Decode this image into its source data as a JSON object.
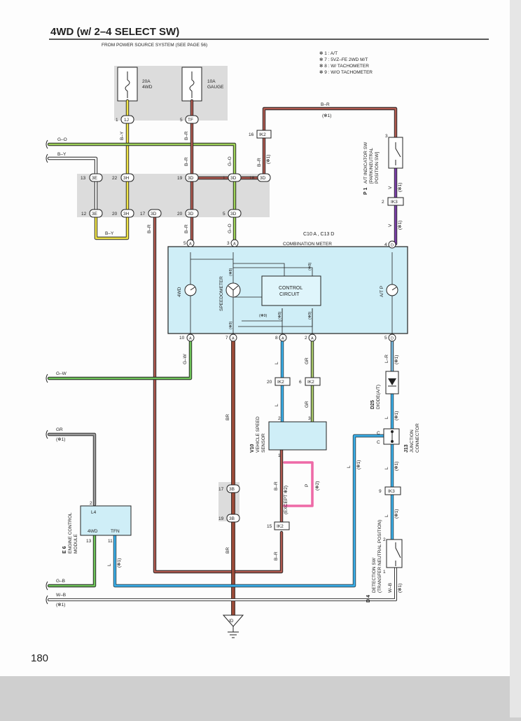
{
  "title": "4WD (w/ 2–4 SELECT SW)",
  "power_note": "FROM POWER SOURCE SYSTEM (SEE PAGE 56)",
  "page_number": "180",
  "legend": [
    "✻ 1 : A/T",
    "✻ 7 : 5VZ–FE 2WD M/T",
    "✻ 8 : W/ TACHOMETER",
    "✻ 9 : W/O TACHOMETER"
  ],
  "fuses": [
    {
      "amp": "20A",
      "name": "4WD"
    },
    {
      "amp": "10A",
      "name": "GAUGE"
    }
  ],
  "meter": {
    "connectors": "C10 A , C13 D",
    "name": "COMBINATION METER",
    "gauge_4wd": "4WD",
    "speedometer": "SPEEDOMETER",
    "control_circuit": [
      "CONTROL",
      "CIRCUIT"
    ],
    "atp": "A/T P",
    "notes": [
      "(✻8)",
      "(✻9)",
      "(✻9)",
      "(✻8)",
      "(✻9)",
      "(✻8)"
    ],
    "pins_top": [
      "5 A",
      "3 A",
      "4 D"
    ],
    "pins_bottom": [
      "10 A",
      "7 A",
      "8 A",
      "2 A",
      "5 D"
    ]
  },
  "connectors": {
    "j1": "1J",
    "tf": "TF",
    "e3": "3E",
    "h3": "3H",
    "d3": "3D",
    "b3": "3B",
    "ik2": "IK2",
    "ik3": "IK3",
    "id": "ID",
    "c": "C"
  },
  "pin_numbers": [
    "1",
    "5",
    "13",
    "22",
    "19",
    "1",
    "18",
    "12",
    "20",
    "17",
    "20",
    "5",
    "16",
    "3",
    "2",
    "20",
    "6",
    "2",
    "3",
    "1",
    "17",
    "19",
    "15",
    "9",
    "2",
    "13",
    "11",
    "5",
    "4"
  ],
  "wire_labels": {
    "go": "G–O",
    "by": "B–Y",
    "br_wire": "B–R",
    "gw": "G–W",
    "gr": "GR",
    "gb": "G–B",
    "wb": "W–B",
    "v": "V",
    "l": "L",
    "lr": "L–R",
    "br": "BR",
    "p": "P"
  },
  "wire_notes": {
    "n1": "(✻1)",
    "n2": "(✻2)",
    "except2": "(EXCEPT ✻2)"
  },
  "components": {
    "p1": "P 1",
    "p1_name": [
      "A/T INDICATOR SW",
      "[PARK/NEUTRAL",
      "POSITION SW]"
    ],
    "v10": "V10",
    "v10_name": [
      "VEHICLE SPEED",
      "SENSOR"
    ],
    "d25": "D25",
    "d25_name": "DIODE(A/T)",
    "j13": "J13",
    "j13_name": [
      "JUNCTION",
      "CONNECTOR"
    ],
    "e6": "E 6",
    "e6_name": [
      "ENGINE CONTROL",
      "MODULE"
    ],
    "ecm_pins": [
      "L4",
      "4WD",
      "TFN"
    ],
    "d4": "D 4",
    "d4_name": [
      "DETECTION SW",
      "(TRANSFER NEUTRAL POSITION)"
    ]
  }
}
